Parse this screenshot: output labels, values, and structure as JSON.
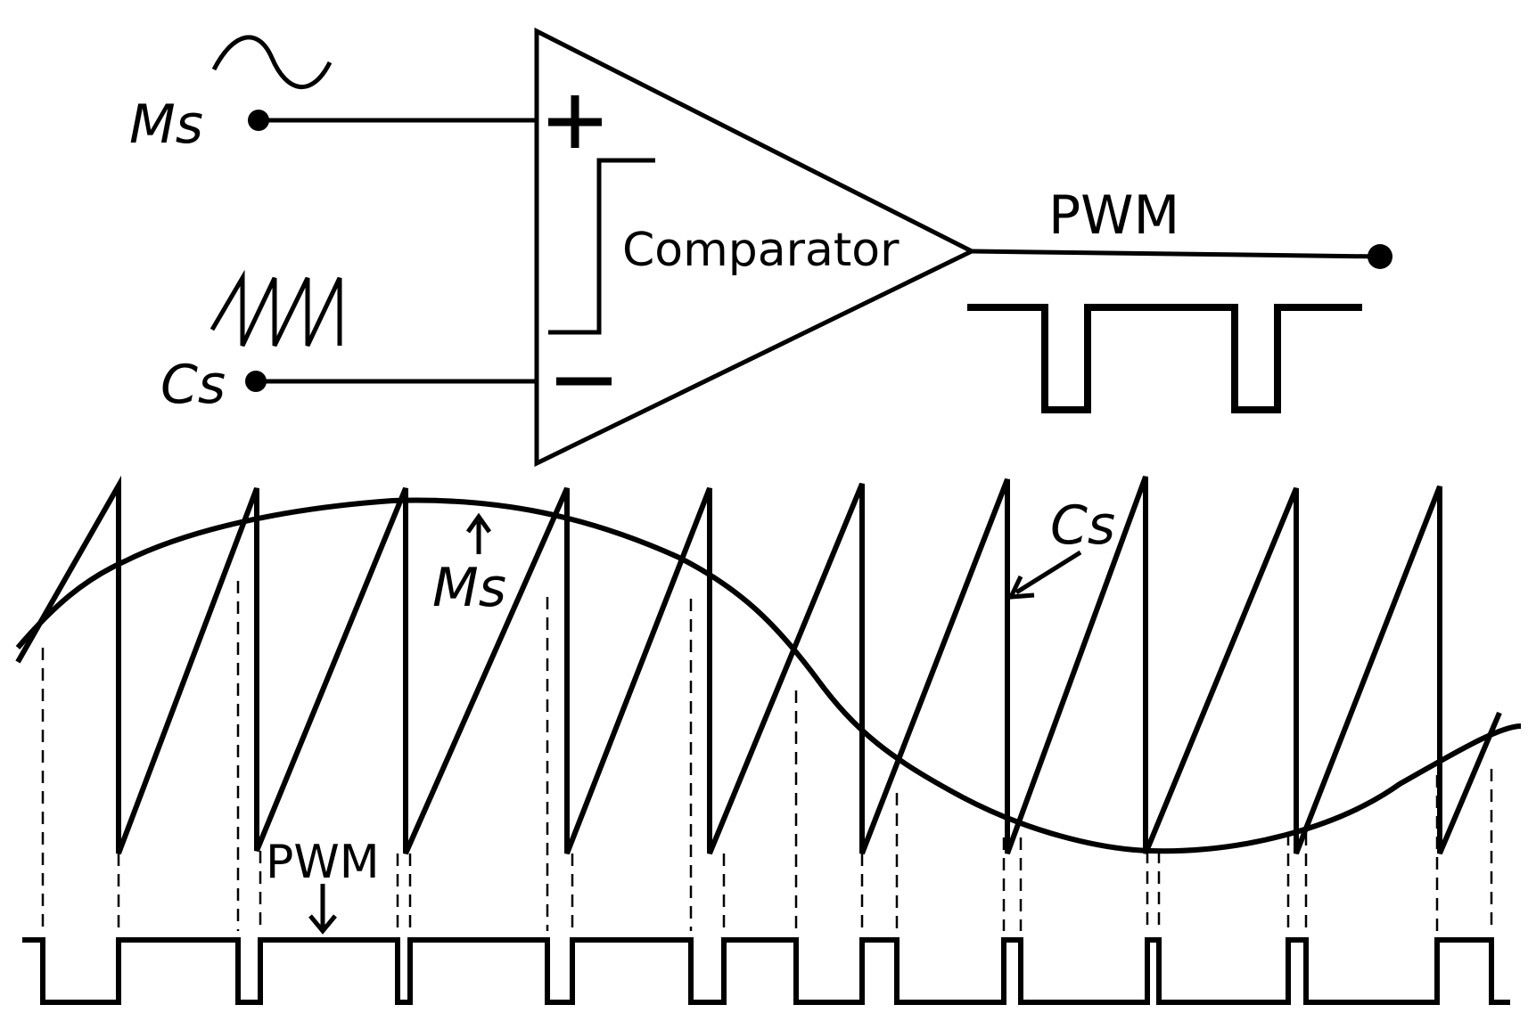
{
  "labels": {
    "ms_input": "Ms",
    "cs_input": "Cs",
    "comparator": "Comparator",
    "pwm_output": "PWM",
    "plus": "+",
    "minus": "−",
    "ms_wave": "Ms",
    "cs_wave": "Cs",
    "pwm_wave": "PWM"
  },
  "colors": {
    "ink": "#000000",
    "background": "#ffffff"
  },
  "icons": {
    "ms_symbol": "sine-wave-icon",
    "cs_symbol": "sawtooth-wave-icon",
    "pwm_symbol": "pulse-wave-icon"
  }
}
